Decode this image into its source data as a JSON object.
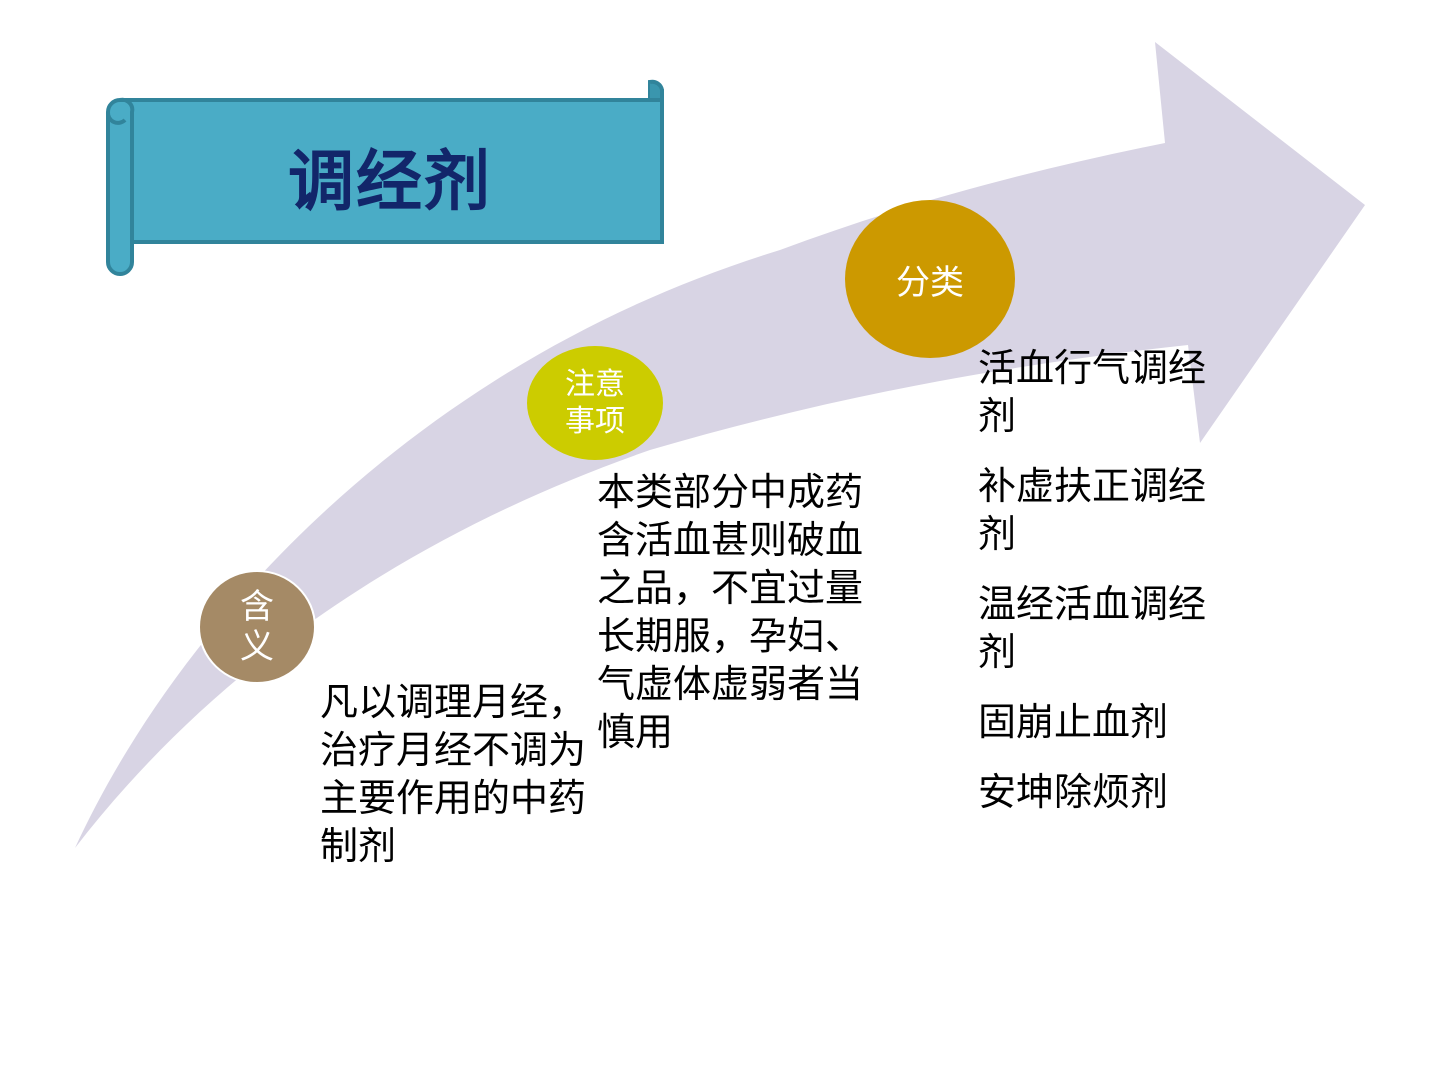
{
  "title": "调经剂",
  "colors": {
    "arrow": "#d8d4e4",
    "banner": "#4aacc6",
    "banner_border": "#31849b",
    "title": "#12266a",
    "circle_1": "#a58a66",
    "circle_2": "#cccc00",
    "circle_3": "#cc9900"
  },
  "stages": [
    {
      "label_lines": [
        "含",
        "义"
      ],
      "text": "凡以调理月经，治疗月经不调为主要作用的中药制剂"
    },
    {
      "label_lines": [
        "注意",
        "事项"
      ],
      "text": "本类部分中成药含活血甚则破血之品，不宜过量长期服，孕妇、气虚体虚弱者当慎用"
    },
    {
      "label_lines": [
        "分类"
      ],
      "items": [
        "活血行气调经剂",
        "补虚扶正调经剂",
        "温经活血调经剂",
        "固崩止血剂",
        "安坤除烦剂"
      ]
    }
  ]
}
